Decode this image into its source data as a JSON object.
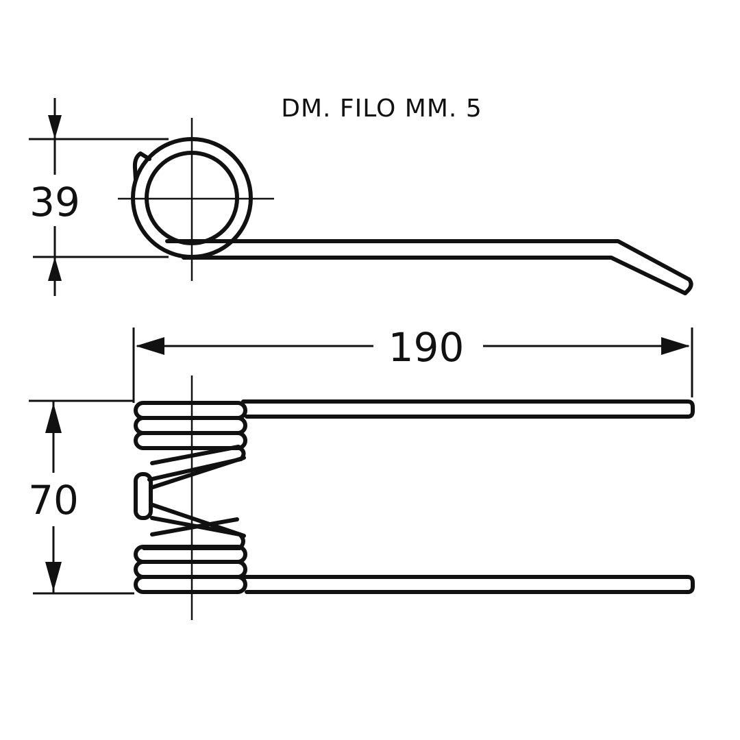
{
  "note": "DM. FILO MM. 5",
  "dimensions": {
    "height_top_view": "39",
    "length": "190",
    "height_side_view": "70"
  }
}
